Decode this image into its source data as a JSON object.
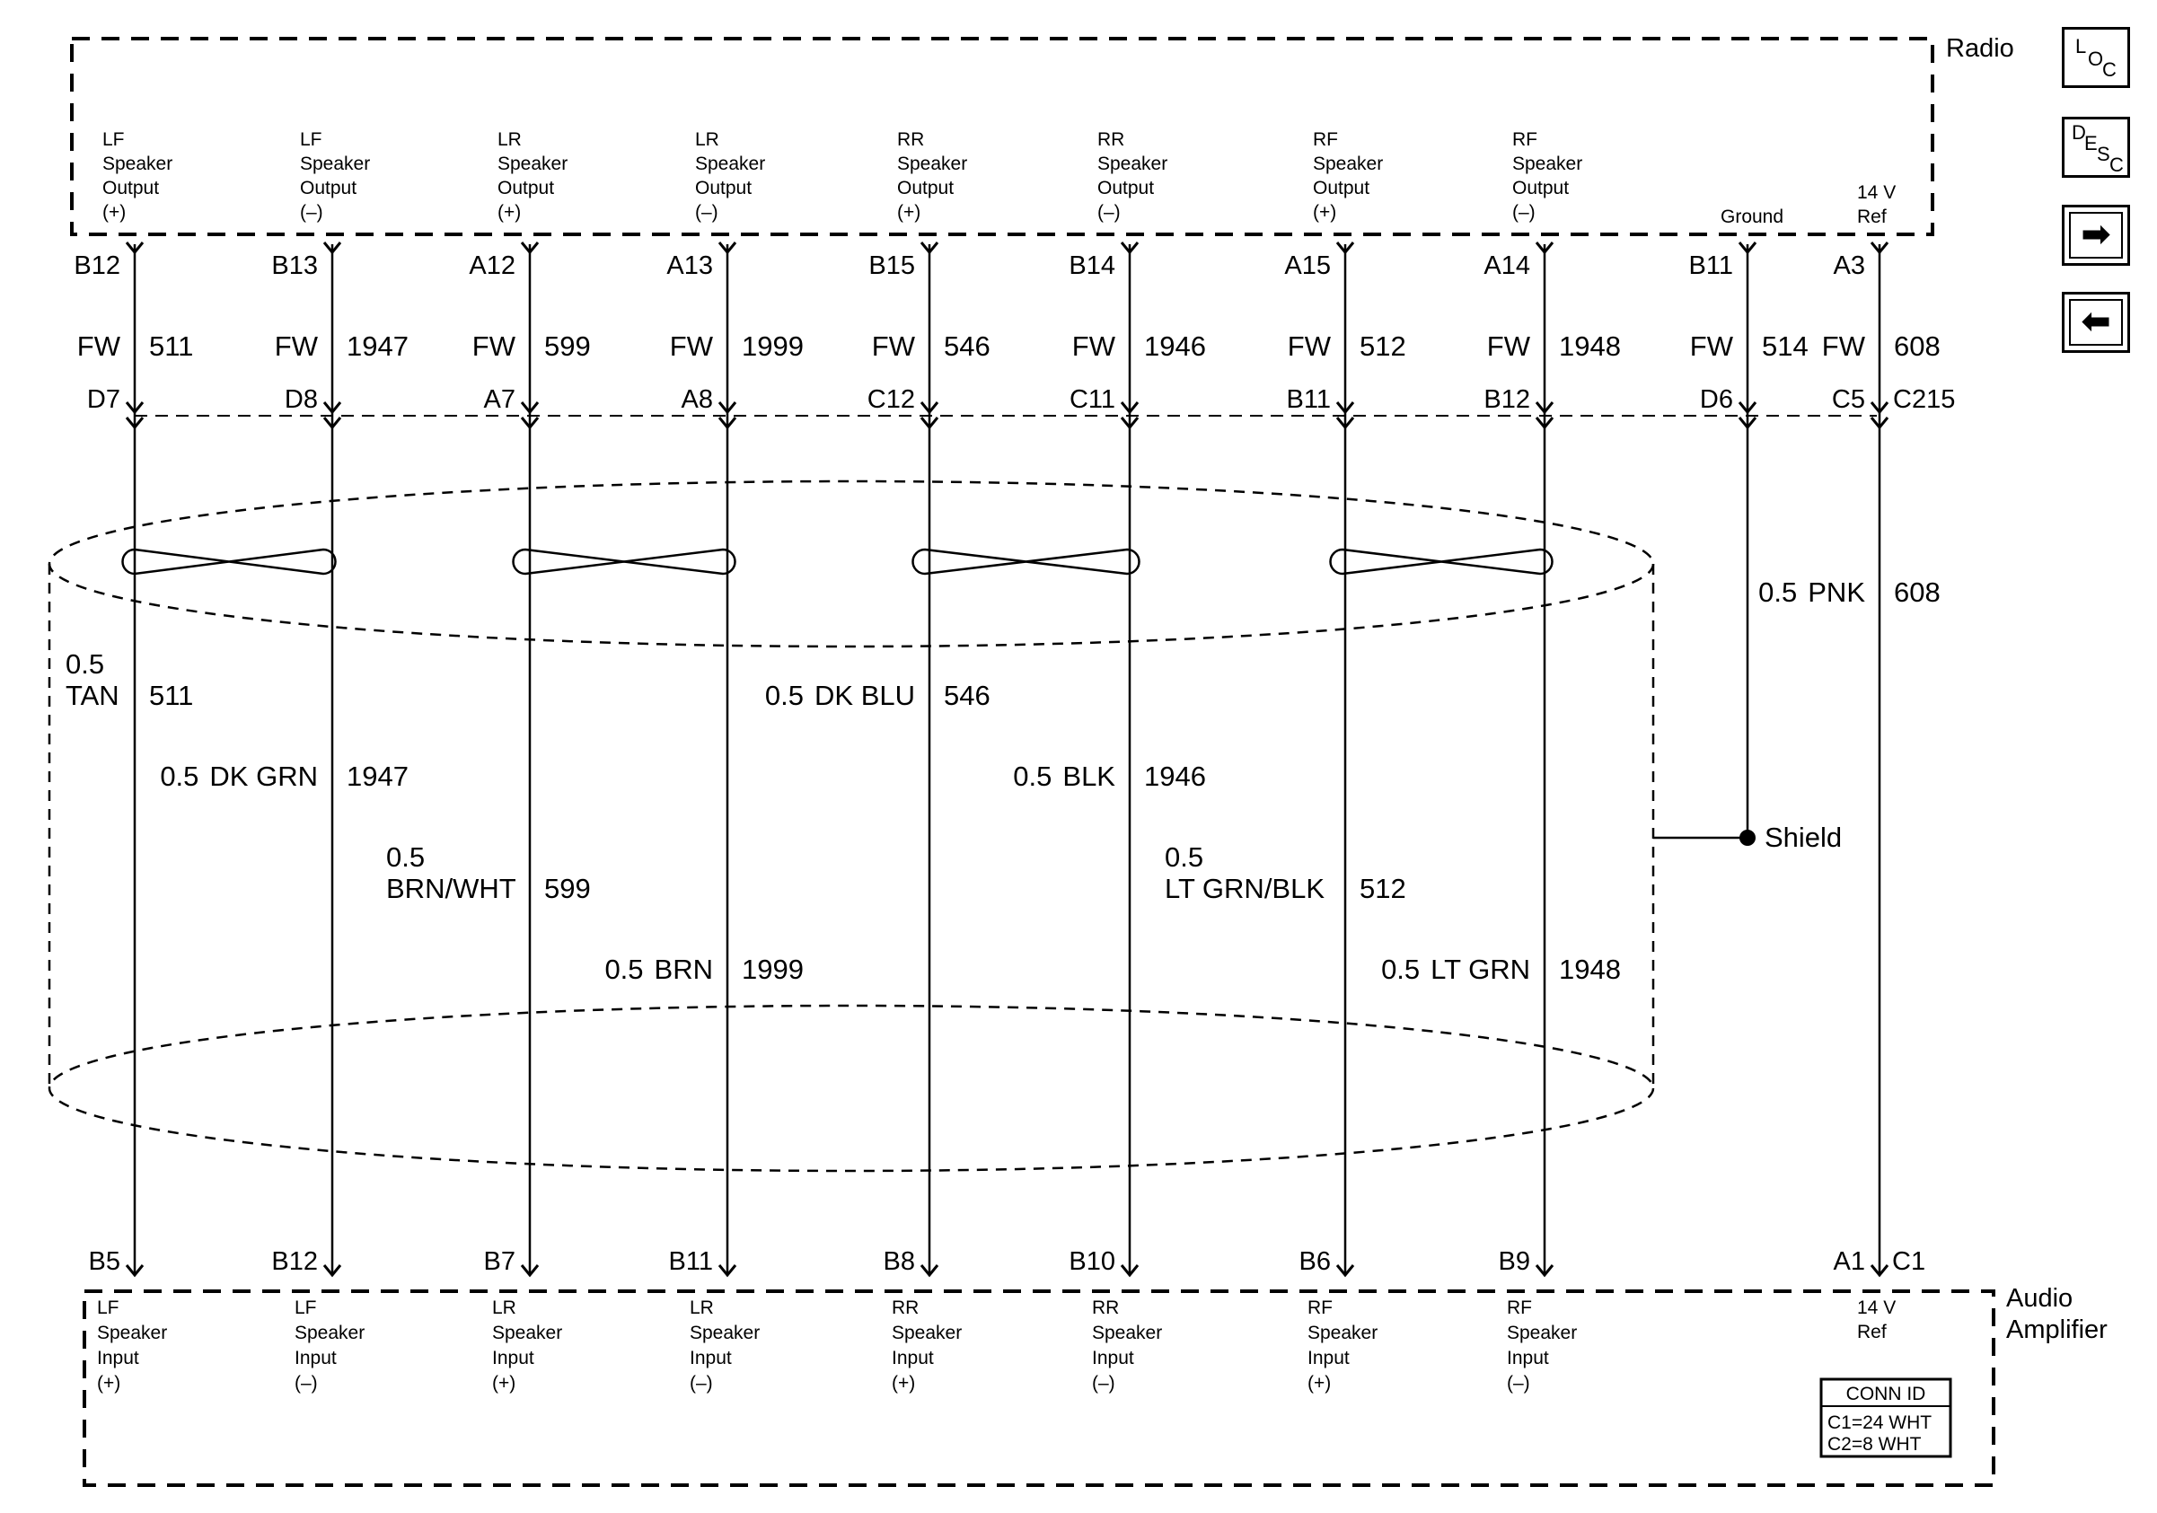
{
  "radio_label": "Radio",
  "amp_label": [
    "Audio",
    "Amplifier"
  ],
  "ground_label": "Ground",
  "ref_label": [
    "14 V",
    "Ref"
  ],
  "connector_label": "C215",
  "shield_label": "Shield",
  "conn_id": {
    "title": "CONN ID",
    "lines": [
      "C1=24 WHT",
      "C2=8 WHT"
    ]
  },
  "nav_buttons": {
    "loc": [
      "L",
      "O",
      "C"
    ],
    "desc": [
      "D",
      "E",
      "S",
      "C"
    ],
    "next": "➡",
    "prev": "⬅"
  },
  "wires": [
    {
      "radio_pin": "B12",
      "fw_prefix": "FW",
      "fw_circuit": "511",
      "c215_pin": "D7",
      "wire_size": "0.5",
      "wire_color": "TAN",
      "circuit": "511",
      "amp_pin": "B5",
      "radio_func": [
        "LF",
        "Speaker",
        "Output",
        "(+)"
      ],
      "amp_func": [
        "LF",
        "Speaker",
        "Input",
        "(+)"
      ]
    },
    {
      "radio_pin": "B13",
      "fw_prefix": "FW",
      "fw_circuit": "1947",
      "c215_pin": "D8",
      "wire_size": "0.5",
      "wire_color": "DK GRN",
      "circuit": "1947",
      "amp_pin": "B12",
      "radio_func": [
        "LF",
        "Speaker",
        "Output",
        "(–)"
      ],
      "amp_func": [
        "LF",
        "Speaker",
        "Input",
        "(–)"
      ]
    },
    {
      "radio_pin": "A12",
      "fw_prefix": "FW",
      "fw_circuit": "599",
      "c215_pin": "A7",
      "wire_size": "0.5",
      "wire_color": "BRN/WHT",
      "circuit": "599",
      "amp_pin": "B7",
      "radio_func": [
        "LR",
        "Speaker",
        "Output",
        "(+)"
      ],
      "amp_func": [
        "LR",
        "Speaker",
        "Input",
        "(+)"
      ]
    },
    {
      "radio_pin": "A13",
      "fw_prefix": "FW",
      "fw_circuit": "1999",
      "c215_pin": "A8",
      "wire_size": "0.5",
      "wire_color": "BRN",
      "circuit": "1999",
      "amp_pin": "B11",
      "radio_func": [
        "LR",
        "Speaker",
        "Output",
        "(–)"
      ],
      "amp_func": [
        "LR",
        "Speaker",
        "Input",
        "(–)"
      ]
    },
    {
      "radio_pin": "B15",
      "fw_prefix": "FW",
      "fw_circuit": "546",
      "c215_pin": "C12",
      "wire_size": "0.5",
      "wire_color": "DK BLU",
      "circuit": "546",
      "amp_pin": "B8",
      "radio_func": [
        "RR",
        "Speaker",
        "Output",
        "(+)"
      ],
      "amp_func": [
        "RR",
        "Speaker",
        "Input",
        "(+)"
      ]
    },
    {
      "radio_pin": "B14",
      "fw_prefix": "FW",
      "fw_circuit": "1946",
      "c215_pin": "C11",
      "wire_size": "0.5",
      "wire_color": "BLK",
      "circuit": "1946",
      "amp_pin": "B10",
      "radio_func": [
        "RR",
        "Speaker",
        "Output",
        "(–)"
      ],
      "amp_func": [
        "RR",
        "Speaker",
        "Input",
        "(–)"
      ]
    },
    {
      "radio_pin": "A15",
      "fw_prefix": "FW",
      "fw_circuit": "512",
      "c215_pin": "B11",
      "wire_size": "0.5",
      "wire_color": "LT GRN/BLK",
      "circuit": "512",
      "amp_pin": "B6",
      "radio_func": [
        "RF",
        "Speaker",
        "Output",
        "(+)"
      ],
      "amp_func": [
        "RF",
        "Speaker",
        "Input",
        "(+)"
      ]
    },
    {
      "radio_pin": "A14",
      "fw_prefix": "FW",
      "fw_circuit": "1948",
      "c215_pin": "B12",
      "wire_size": "0.5",
      "wire_color": "LT GRN",
      "circuit": "1948",
      "amp_pin": "B9",
      "radio_func": [
        "RF",
        "Speaker",
        "Output",
        "(–)"
      ],
      "amp_func": [
        "RF",
        "Speaker",
        "Input",
        "(–)"
      ]
    },
    {
      "radio_pin": "B11",
      "fw_prefix": "FW",
      "fw_circuit": "514",
      "c215_pin": "D6",
      "amp_pin": ""
    },
    {
      "radio_pin": "A3",
      "fw_prefix": "FW",
      "fw_circuit": "608",
      "c215_pin": "C5",
      "wire_size": "0.5",
      "wire_color": "PNK",
      "circuit": "608",
      "amp_pin": "A1",
      "amp_conn": "C1"
    }
  ]
}
